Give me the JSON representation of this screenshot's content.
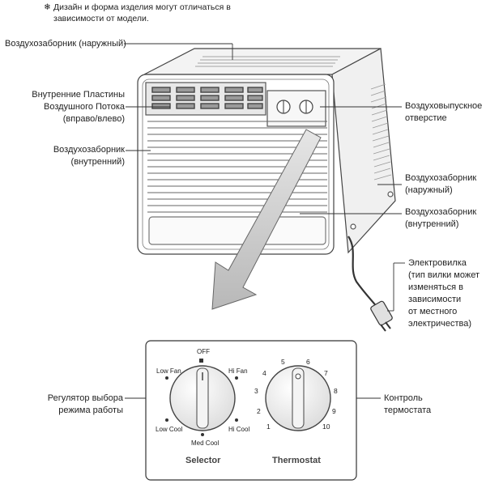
{
  "note": {
    "symbol": "❄",
    "line1": "Дизайн и форма изделия могут отличаться в",
    "line2": "зависимости от модели."
  },
  "callouts": {
    "outer_intake_top": "Воздухозаборник (наружный)",
    "louvers": [
      "Внутренние Пластины",
      "Воздушного Потока",
      "(вправо/влево)"
    ],
    "inner_intake_left": [
      "Воздухозаборник",
      "(внутренний)"
    ],
    "outlet": [
      "Воздуховыпускное",
      "отверстие"
    ],
    "outer_intake_right": [
      "Воздухозаборник",
      "(наружный)"
    ],
    "inner_intake_right": [
      "Воздухозаборник",
      "(внутренний)"
    ],
    "plug": [
      "Электровилка",
      "(тип вилки может",
      "изменяться в",
      "зависимости",
      "от местного",
      "электричества)"
    ],
    "mode_selector": [
      "Регулятор выбора",
      "режима работы"
    ],
    "thermostat_control": [
      "Контроль",
      "термостата"
    ]
  },
  "panel": {
    "selector_title": "Selector",
    "thermostat_title": "Thermostat",
    "selector_positions": {
      "off": "OFF",
      "low_fan": "Low Fan",
      "hi_fan": "Hi Fan",
      "low_cool": "Low Cool",
      "med_cool": "Med Cool",
      "hi_cool": "Hi Cool"
    },
    "thermostat_scale": [
      "1",
      "2",
      "3",
      "4",
      "5",
      "6",
      "7",
      "8",
      "9",
      "10"
    ]
  }
}
